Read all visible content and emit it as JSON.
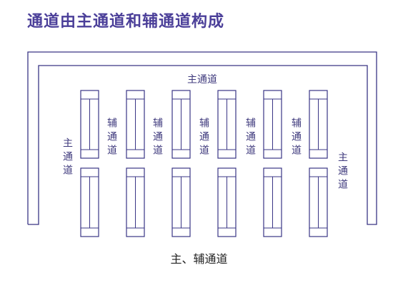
{
  "title": "通道由主通道和辅通道构成",
  "labels": {
    "main_top": "主通道",
    "main_left": "主通道",
    "main_right": "主通道",
    "aux": [
      "辅通道",
      "辅通道",
      "辅通道",
      "辅通道",
      "辅通道"
    ]
  },
  "caption": "主、辅通道",
  "colors": {
    "title": "#4b3f99",
    "stroke": "#3a3585",
    "text": "#3f3a7d"
  }
}
